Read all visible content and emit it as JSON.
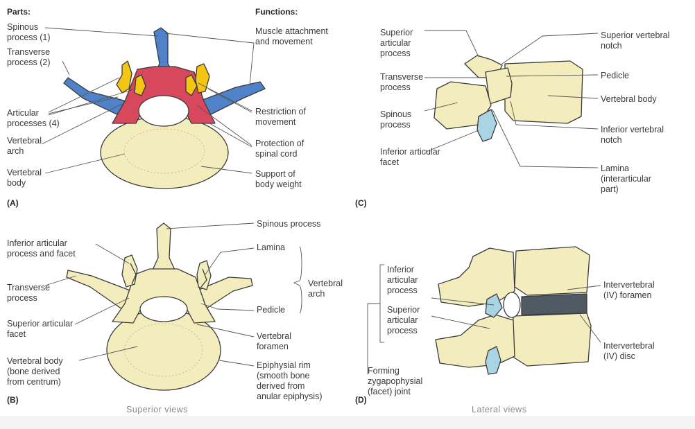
{
  "headers": {
    "parts": "Parts:",
    "functions": "Functions:"
  },
  "panels": {
    "a": "(A)",
    "b": "(B)",
    "c": "(C)",
    "d": "(D)"
  },
  "captions": {
    "superior": "Superior views",
    "lateral": "Lateral views"
  },
  "colors": {
    "bone": "#f3ecbc",
    "spinous": "#4f82c8",
    "arch": "#d8485c",
    "articular": "#f2c613",
    "facet": "#a9d4e4",
    "disc": "#505a62"
  },
  "labels": {
    "a": {
      "spinous": "Spinous\nprocess (1)",
      "transverse": "Transverse\nprocess (2)",
      "articular": "Articular\nprocesses (4)",
      "arch": "Vertebral\narch",
      "body": "Vertebral\nbody",
      "f_muscle": "Muscle attachment\nand movement",
      "f_restriction": "Restriction of\nmovement",
      "f_protection": "Protection of\nspinal cord",
      "f_support": "Support of\nbody weight"
    },
    "b": {
      "inferior_articular": "Inferior articular\nprocess and facet",
      "transverse": "Transverse\nprocess",
      "superior_facet": "Superior articular\nfacet",
      "body": "Vertebral body\n(bone  derived\nfrom centrum)",
      "spinous": "Spinous process",
      "lamina": "Lamina",
      "arch": "Vertebral\narch",
      "pedicle": "Pedicle",
      "foramen": "Vertebral\nforamen",
      "rim": "Epiphysial rim\n(smooth bone\nderived from\nanular epiphysis)"
    },
    "c": {
      "superior_articular": "Superior\narticular\nprocess",
      "transverse": "Transverse\nprocess",
      "spinous": "Spinous\nprocess",
      "inferior_facet": "Inferior articular\nfacet",
      "superior_notch": "Superior vertebral\nnotch",
      "pedicle": "Pedicle",
      "body": "Vertebral body",
      "inferior_notch": "Inferior vertebral\nnotch",
      "lamina": "Lamina\n(interarticular\npart)"
    },
    "d": {
      "inferior_articular": "Inferior\narticular\nprocess",
      "superior_articular": "Superior\narticular\nprocess",
      "forming": "Forming\nzygapophysial\n(facet) joint",
      "iv_foramen": "Intervertebral\n(IV) foramen",
      "iv_disc": "Intervertebral\n(IV) disc"
    }
  }
}
